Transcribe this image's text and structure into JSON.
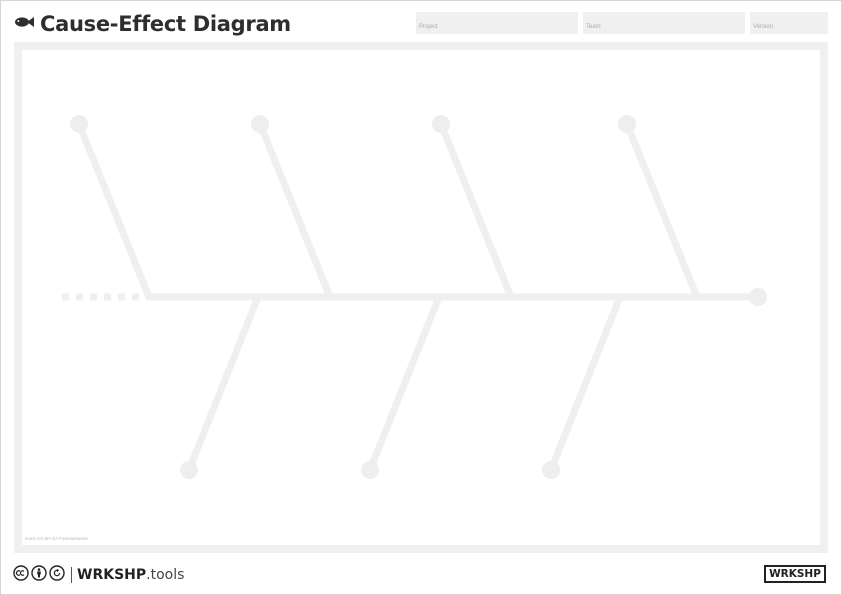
{
  "header": {
    "title": "Cause-Effect Diagram",
    "icon": "fish-icon"
  },
  "meta_fields": [
    {
      "label": "Project",
      "value": ""
    },
    {
      "label": "Team",
      "value": ""
    },
    {
      "label": "Version",
      "value": ""
    }
  ],
  "canvas": {
    "credits": "Icons CC-BY-SA FontAwesome"
  },
  "diagram": {
    "upper_branch_count": 4,
    "lower_branch_count": 3,
    "colors": {
      "line": "#efefef",
      "node": "#eeeeee",
      "frame": "#f0f0f0"
    }
  },
  "footer": {
    "license_icons": [
      "cc-icon",
      "by-icon",
      "sa-icon"
    ],
    "brand_bold": "WRKSHP",
    "brand_light": ".tools",
    "logo": "WRKSHP"
  }
}
